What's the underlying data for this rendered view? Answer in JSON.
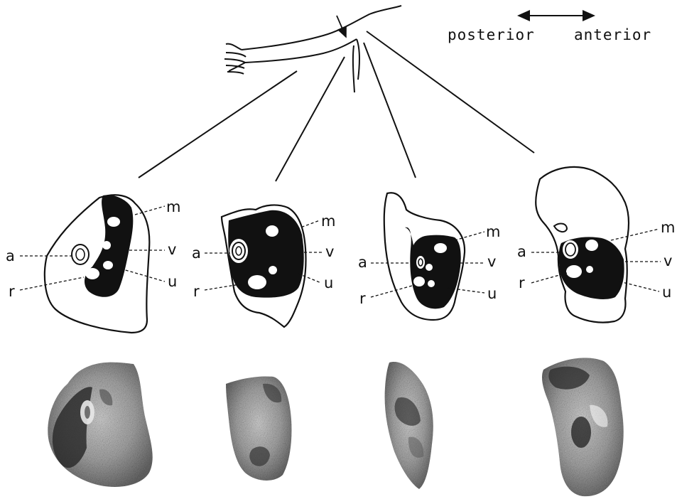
{
  "orientation": {
    "left_label": "posterior",
    "right_label": "anterior"
  },
  "structure_labels": {
    "m": "m",
    "v": "v",
    "u": "u",
    "a": "a",
    "r": "r"
  },
  "panel_count": 4,
  "colors": {
    "ink": "#111111",
    "background": "#ffffff"
  }
}
